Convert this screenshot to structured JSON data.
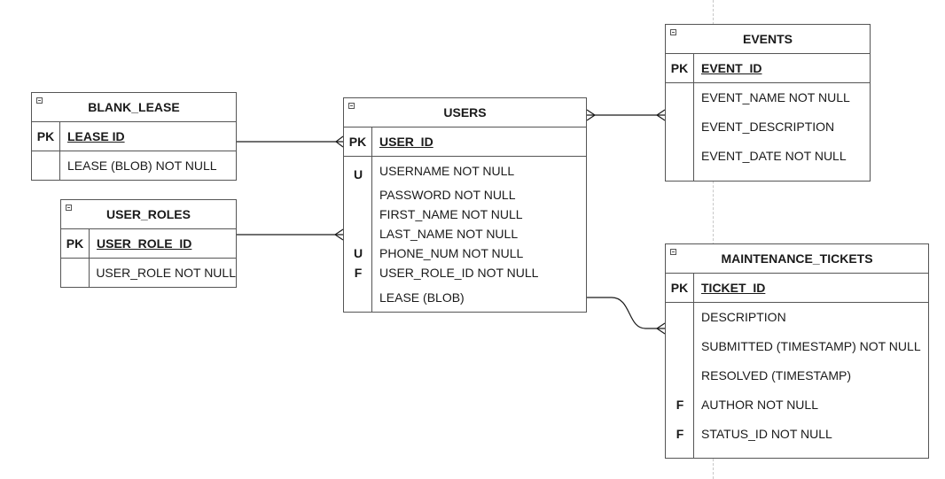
{
  "entities": {
    "blank_lease": {
      "title": "BLANK_LEASE",
      "pk": {
        "key": "PK",
        "name": "LEASE ID"
      },
      "fields": [
        {
          "key": "",
          "name": "LEASE (BLOB) NOT NULL"
        }
      ]
    },
    "user_roles": {
      "title": "USER_ROLES",
      "pk": {
        "key": "PK",
        "name": "USER_ROLE_ID"
      },
      "fields": [
        {
          "key": "",
          "name": "USER_ROLE NOT NULL"
        }
      ]
    },
    "users": {
      "title": "USERS",
      "pk": {
        "key": "PK",
        "name": "USER_ID"
      },
      "fields": [
        {
          "key": "U",
          "name": "USERNAME  NOT NULL"
        },
        {
          "key": "",
          "name": "PASSWORD NOT NULL"
        },
        {
          "key": "",
          "name": "FIRST_NAME  NOT NULL"
        },
        {
          "key": "",
          "name": "LAST_NAME NOT NULL"
        },
        {
          "key": "U",
          "name": "PHONE_NUM NOT NULL"
        },
        {
          "key": "F",
          "name": "USER_ROLE_ID NOT NULL"
        },
        {
          "key": "",
          "name": "LEASE (BLOB)"
        }
      ]
    },
    "events": {
      "title": "EVENTS",
      "pk": {
        "key": "PK",
        "name": "EVENT_ID"
      },
      "fields": [
        {
          "key": "",
          "name": "EVENT_NAME NOT NULL"
        },
        {
          "key": "",
          "name": "EVENT_DESCRIPTION"
        },
        {
          "key": "",
          "name": "EVENT_DATE NOT NULL"
        }
      ]
    },
    "maintenance_tickets": {
      "title": "MAINTENANCE_TICKETS",
      "pk": {
        "key": "PK",
        "name": "TICKET_ID"
      },
      "fields": [
        {
          "key": "",
          "name": "DESCRIPTION"
        },
        {
          "key": "",
          "name": "SUBMITTED (TIMESTAMP) NOT NULL"
        },
        {
          "key": "",
          "name": "RESOLVED (TIMESTAMP)"
        },
        {
          "key": "F",
          "name": "AUTHOR  NOT NULL"
        },
        {
          "key": "F",
          "name": "STATUS_ID  NOT NULL"
        }
      ]
    }
  },
  "relationships": [
    {
      "from": "blank_lease",
      "to": "users",
      "end": "many"
    },
    {
      "from": "user_roles",
      "to": "users",
      "end": "many"
    },
    {
      "from": "users",
      "to": "events",
      "end": "many-to-many"
    },
    {
      "from": "users",
      "to": "maintenance_tickets",
      "end": "many"
    }
  ]
}
